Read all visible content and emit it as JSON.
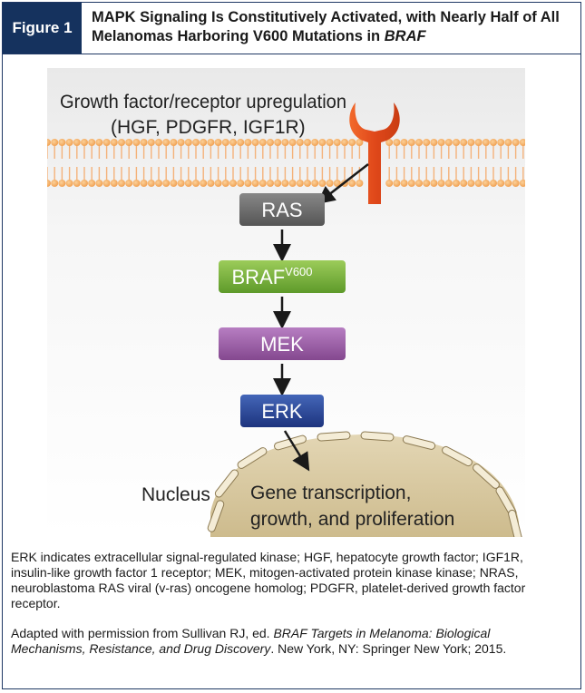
{
  "figure": {
    "label": "Figure 1",
    "title_part1": "MAPK Signaling Is Constitutively Activated, with Nearly Half of All Melanomas Harboring V600 Mutations in",
    "title_gene": "BRAF"
  },
  "diagram": {
    "receptor_label_line1": "Growth factor/receptor upregulation",
    "receptor_label_line2": "(HGF, PDGFR, IGF1R)",
    "nodes": {
      "ras": "RAS",
      "braf": "BRAF",
      "braf_sup": "V600",
      "mek": "MEK",
      "erk": "ERK"
    },
    "nucleus_label": "Nucleus",
    "nucleus_text_line1": "Gene transcription,",
    "nucleus_text_line2": "growth, and proliferation",
    "colors": {
      "ras": "#6b6b6b",
      "braf": "#78b43c",
      "mek": "#9a5aa8",
      "erk": "#2c4a9e",
      "membrane": "#f4a460",
      "receptor": "#e8541e",
      "nucleus": "#d9c9a0"
    }
  },
  "caption": {
    "abbreviations": "ERK indicates extracellular signal-regulated kinase; HGF, hepatocyte growth factor; IGF1R, insulin-like growth factor 1 receptor; MEK, mitogen-activated protein kinase kinase; NRAS, neuroblastoma RAS viral (v-ras) oncogene homolog; PDGFR, platelet-derived growth factor receptor.",
    "source_prefix": "Adapted with permission from Sullivan RJ, ed.",
    "source_book": "BRAF Targets in Melanoma: Biological Mechanisms, Resistance, and Drug Discovery",
    "source_suffix": ". New York, NY: Springer New York; 2015."
  }
}
